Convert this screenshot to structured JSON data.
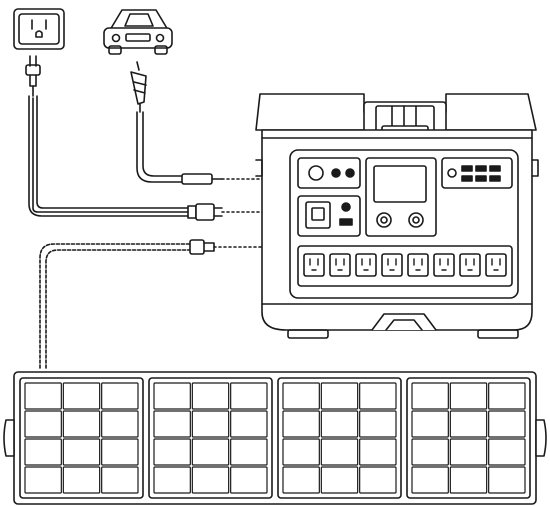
{
  "diagram": {
    "sources": [
      {
        "id": "wall-outlet",
        "icon": "wall-outlet-icon"
      },
      {
        "id": "car",
        "icon": "car-icon"
      },
      {
        "id": "solar-panel",
        "icon": "solar-panel-icon"
      }
    ],
    "device": {
      "icon": "portable-power-station-icon",
      "ac_outlet_count": 8
    },
    "solar_panel": {
      "panels": 4,
      "rows": 4,
      "cols": 3
    },
    "colors": {
      "line": "#1a1a1a",
      "screen": "#1a1a1a",
      "background": "#ffffff"
    }
  }
}
